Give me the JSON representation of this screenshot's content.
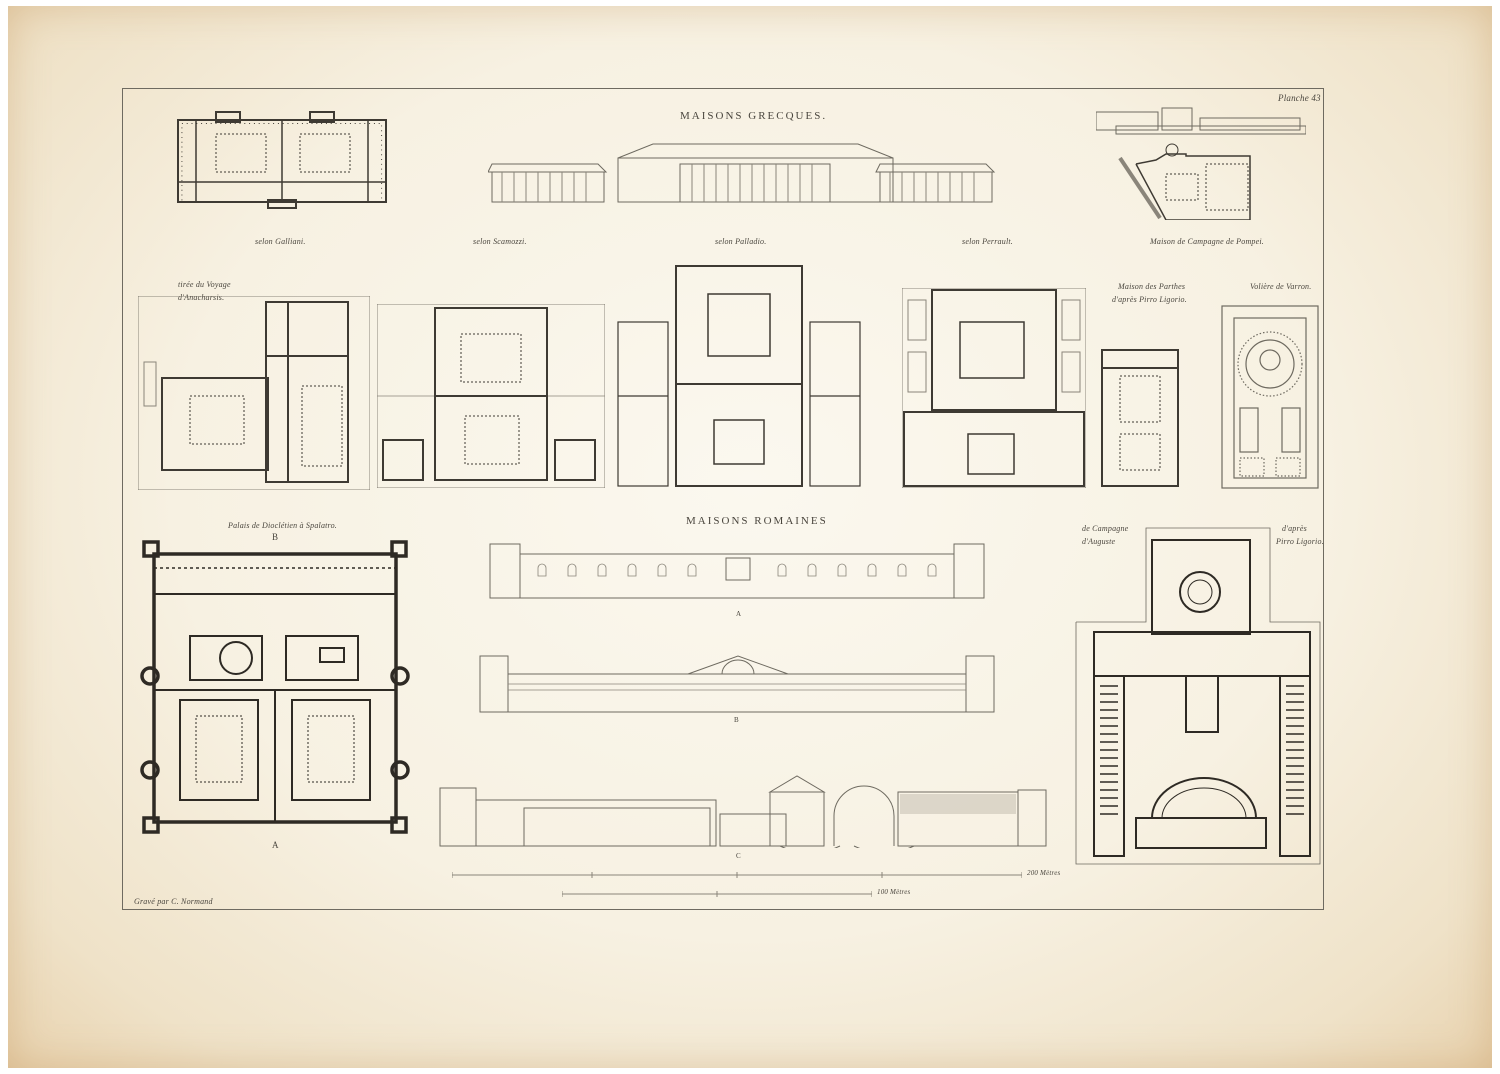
{
  "plate": {
    "number_label": "Planche 43",
    "engraver_credit": "Gravé par C. Normand"
  },
  "sections": {
    "greek_title": "MAISONS GRECQUES.",
    "roman_title": "MAISONS ROMAINES"
  },
  "greek_houses": {
    "captions_row1": [
      "selon Galliani.",
      "selon Scamozzi.",
      "selon Palladio.",
      "selon Perrault.",
      "Maison de Campagne de Pompei."
    ],
    "captions_row2": {
      "anacharsis_line1": "tirée du Voyage",
      "anacharsis_line2": "d'Anacharsis.",
      "parthes_line1": "Maison des Parthes",
      "parthes_line2": "d'après Pirro Ligorio.",
      "varron": "Volière de Varron."
    }
  },
  "roman_houses": {
    "diocletian_caption": "Palais de Dioclétien à Spalatro.",
    "diocletian_letter_top": "B",
    "diocletian_letter_bottom": "A",
    "elevation_letters": [
      "A",
      "B",
      "C"
    ],
    "augustus_caption_line1": "de Campagne",
    "augustus_caption_line2": "d'Auguste",
    "augustus_caption_right1": "d'après",
    "augustus_caption_right2": "Pirro Ligorio."
  },
  "scales": {
    "scale_1_label": "200 Mètres",
    "scale_2_label": "100 Mètres"
  },
  "colors": {
    "paper": "#f7f1e2",
    "paper_edge": "#e8d2ae",
    "ink": "#3e3a33",
    "ink_light": "#8a857a"
  }
}
